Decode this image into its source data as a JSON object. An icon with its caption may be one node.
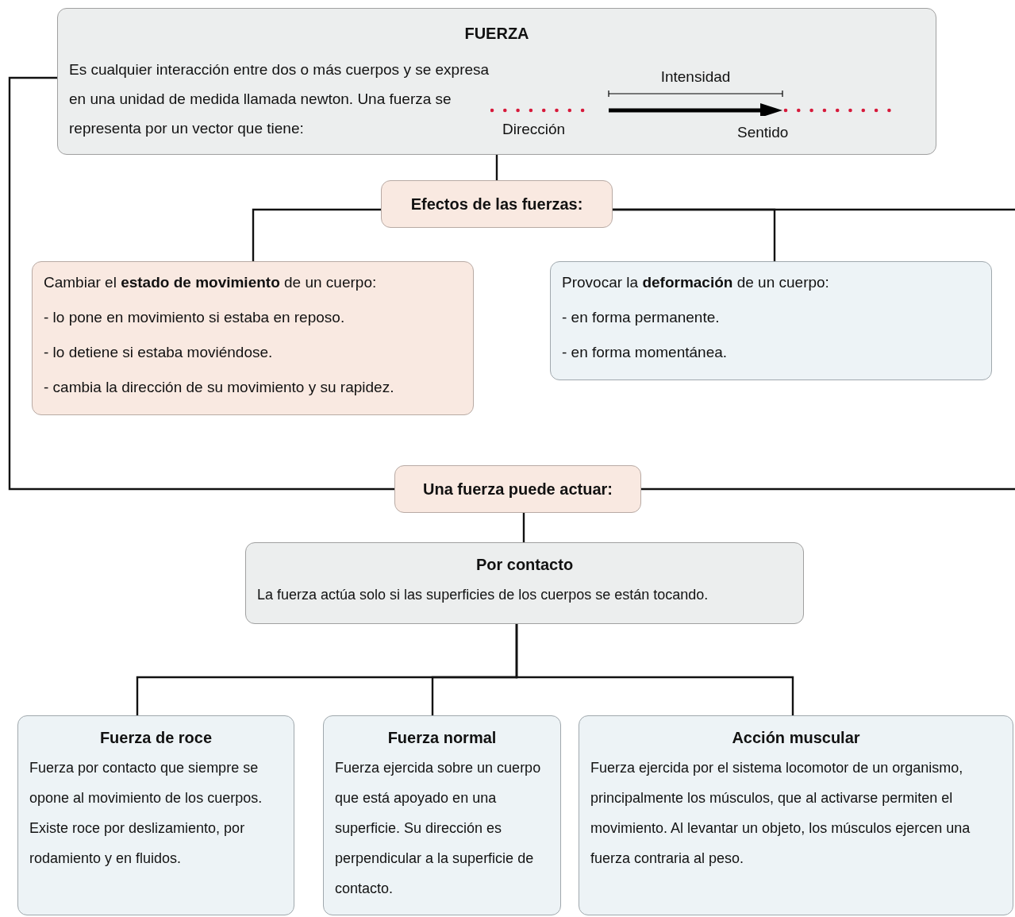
{
  "diagram": {
    "nodes": [
      {
        "text": [
          "FUERZA",
          "Es cualquier interacción entre dos o más cuerpos y se expresa en una unidad de medida llamada newton. Una fuerza se representa por un vector que tiene:",
          "Intensidad",
          "Dirección",
          "Sentido"
        ]
      },
      {
        "text": [
          "Efectos de las fuerzas:"
        ]
      },
      {
        "text": [
          "Cambiar el **estado de movimiento** de un cuerpo:",
          "- lo pone en movimiento si estaba en reposo.",
          "- lo detiene si estaba moviéndose.",
          "- cambia la dirección de su movimiento y su rapidez."
        ]
      },
      {
        "text": [
          "Provocar la **deformación** de un cuerpo:",
          "- en forma permanente.",
          "- en forma momentánea."
        ]
      },
      {
        "text": [
          "Una fuerza puede actuar:"
        ]
      },
      {
        "text": [
          "Por contacto",
          "La fuerza actúa solo si las superficies de los cuerpos se están tocando."
        ]
      },
      {
        "text": [
          "Fuerza de roce",
          "Fuerza por contacto que siempre se opone al movimiento de los cuerpos. Existe roce por deslizamiento, por rodamiento y en fluidos."
        ]
      },
      {
        "text": [
          "Fuerza normal",
          "Fuerza ejercida sobre un cuerpo que está apoyado en una superficie. Su dirección es perpendicular a la superficie de contacto."
        ]
      },
      {
        "text": [
          "Acción muscular",
          "Fuerza ejercida por el sistema locomotor de un organismo, principalmente los músculos, que al activarse permiten el movimiento. Al levantar un objeto, los músculos ejercen una fuerza contraria al peso."
        ]
      }
    ],
    "edges": [
      {
        "from": 0,
        "to": 1,
        "arrow": "none"
      },
      {
        "from": 1,
        "to": 2,
        "arrow": "none"
      },
      {
        "from": 1,
        "to": 3,
        "arrow": "none"
      },
      {
        "from": 1,
        "to": null,
        "arrow": "none"
      },
      {
        "from": 0,
        "to": 4,
        "arrow": "none"
      },
      {
        "from": 4,
        "to": null,
        "arrow": "none"
      },
      {
        "from": 4,
        "to": 5,
        "arrow": "none"
      },
      {
        "from": 5,
        "to": 6,
        "arrow": "none"
      },
      {
        "from": 5,
        "to": 7,
        "arrow": "none"
      },
      {
        "from": 5,
        "to": 8,
        "arrow": "none"
      }
    ]
  }
}
